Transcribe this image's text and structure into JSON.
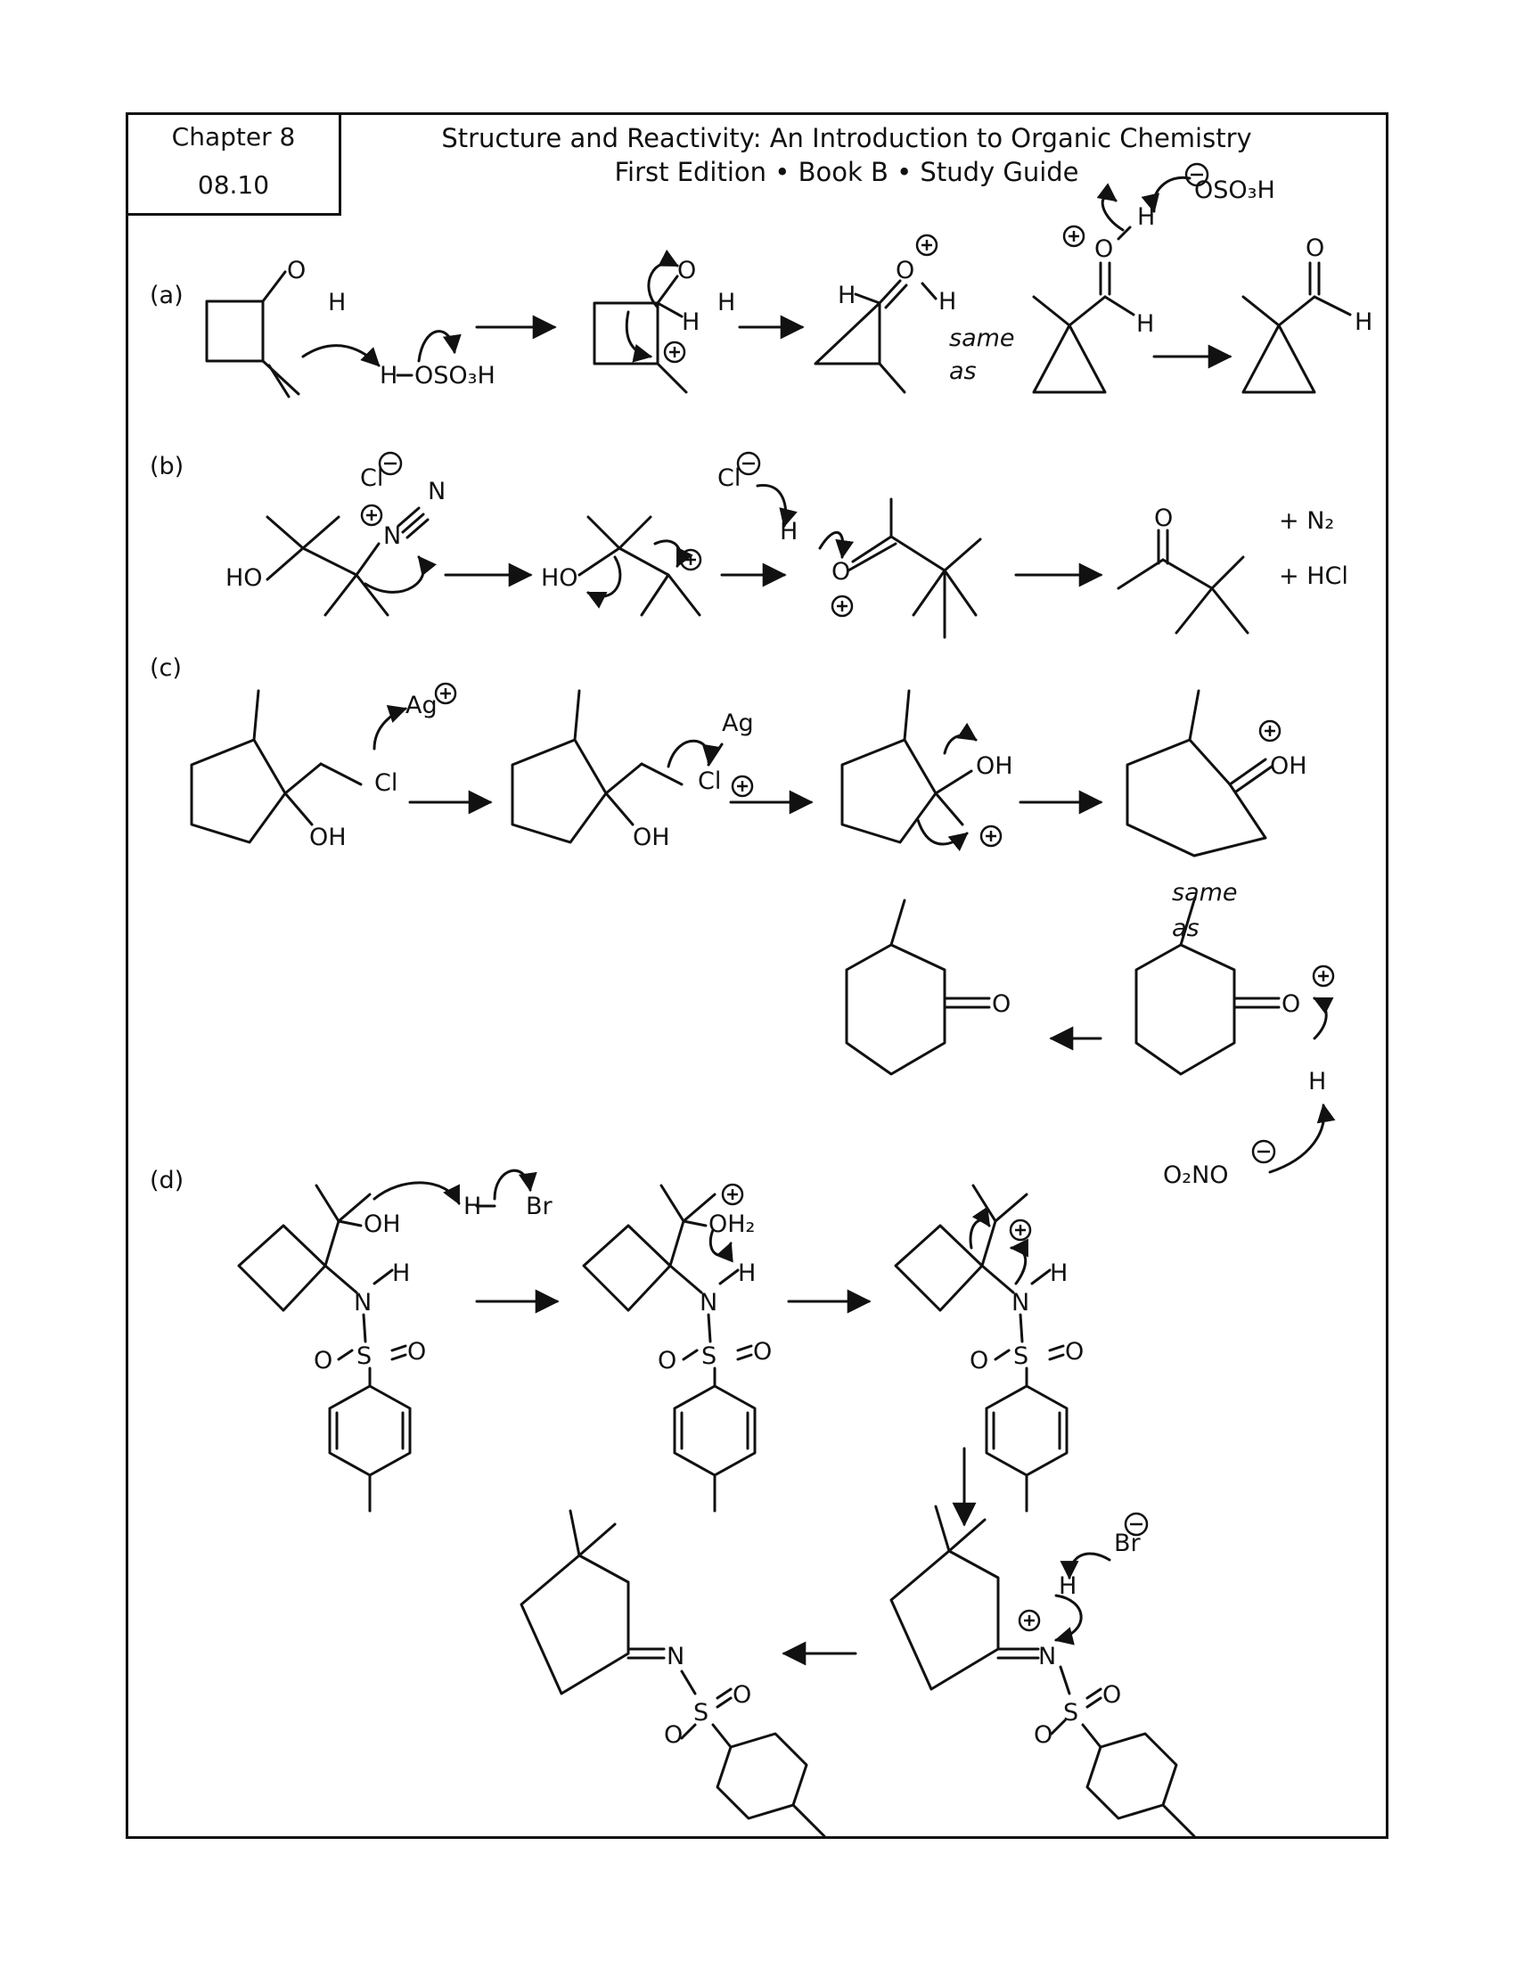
{
  "header": {
    "chapter": "Chapter 8",
    "problem": "08.10",
    "title": "Structure and Reactivity: An Introduction to Organic Chemistry",
    "subtitle": "First Edition • Book B • Study Guide"
  },
  "parts": {
    "a": "(a)",
    "b": "(b)",
    "c": "(c)",
    "d": "(d)"
  },
  "labels": {
    "O": "O",
    "H": "H",
    "OH": "OH",
    "HO": "HO",
    "OSO3H": "OSO₃H",
    "same": "same",
    "as": "as",
    "Cl": "Cl",
    "N": "N",
    "N2": "+ N₂",
    "HCl": "+ HCl",
    "Ag": "Ag",
    "Br": "Br",
    "OH2": "OH₂",
    "O2NO": "O₂NO",
    "S": "S"
  }
}
